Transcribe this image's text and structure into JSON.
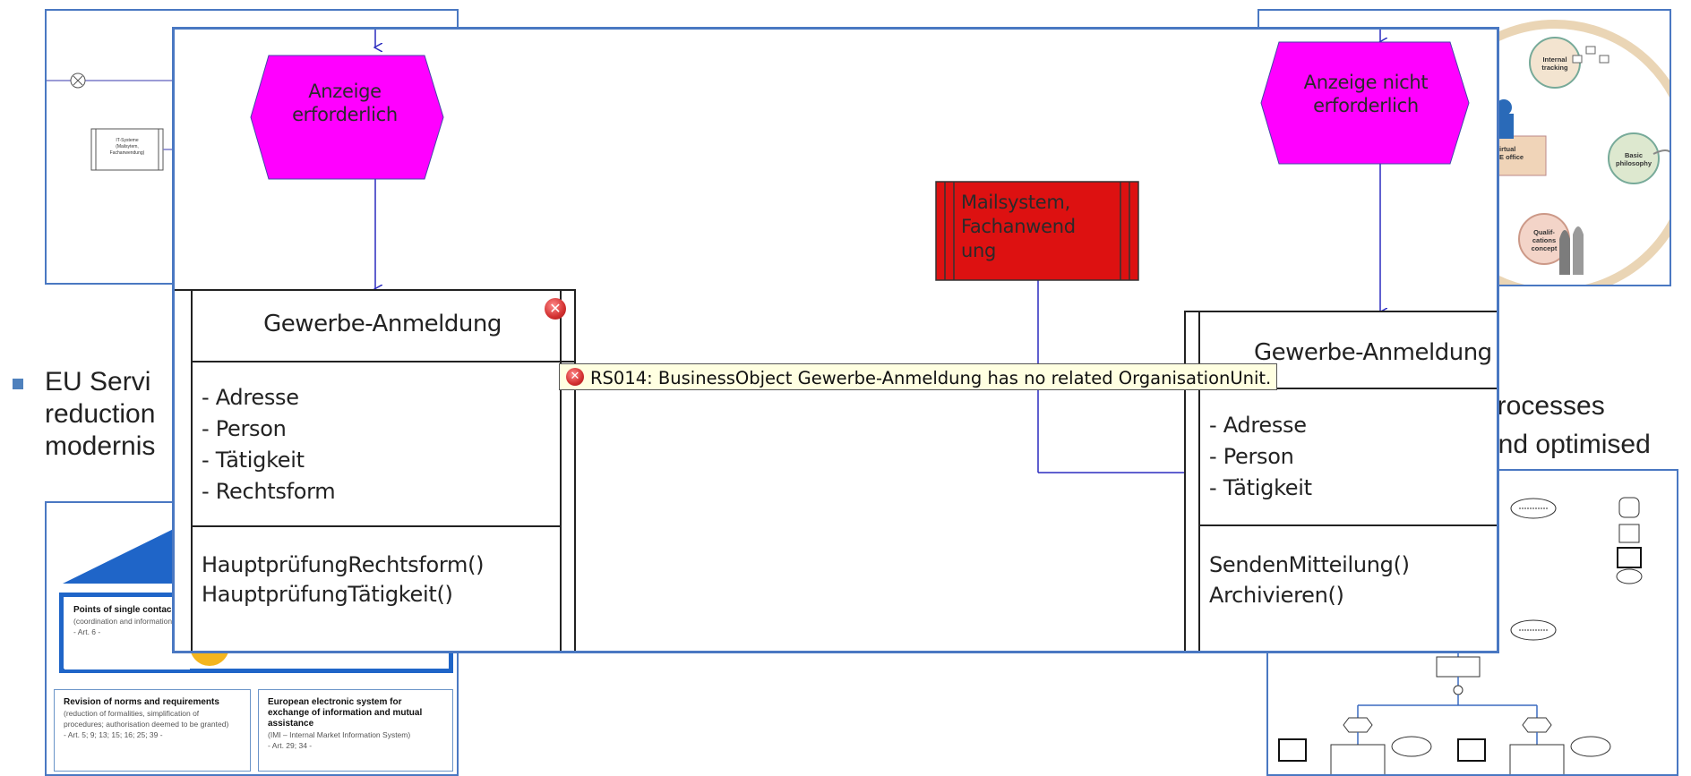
{
  "bullet": {
    "line1": "EU Servi",
    "line2": "reduction",
    "line3": "modernis",
    "right1": "processes",
    "right2": "and optimised"
  },
  "left_top_slide": {
    "it_label": "IT-Systeme\n(Mailsytem,\nFachanwendung)"
  },
  "right_top_slide": {
    "internal_tracking": "Internal\ntracking",
    "virtual_office": "irtual\nE office",
    "basic_philosophy": "Basic\nphilosophy",
    "qualifications": "Qualif-\ncations\nconcept"
  },
  "bottom_left_slide": {
    "box1_title": "Points of single contac",
    "box1_sub": "(coordination and information",
    "box1_art": "- Art. 6 -",
    "box2_title": "Revision of norms and requirements",
    "box2_sub": "(reduction of formalities, simplification of procedures; authorisation deemed to be granted)",
    "box2_art": "- Art. 5; 9; 13; 15; 16; 25; 39 -",
    "box3_title": "European electronic system for exchange of information and mutual assistance",
    "box3_sub": "(IMI – Internal Market Information System)",
    "box3_art": "- Art. 29; 34 -"
  },
  "diagram": {
    "event_left": "Anzeige\nerforderlich",
    "event_right": "Anzeige nicht\nerforderlich",
    "system": "Mailsystem,\nFachanwend\nung",
    "class_left": {
      "name": "Gewerbe-Anmeldung",
      "attributes": [
        "- Adresse",
        "- Person",
        "- Tätigkeit",
        "- Rechtsform"
      ],
      "methods": [
        "HauptprüfungRechtsform()",
        "HauptprüfungTätigkeit()"
      ]
    },
    "class_right": {
      "name": "Gewerbe-Anmeldung",
      "attributes": [
        "- Adresse",
        "- Person",
        "- Tätigkeit"
      ],
      "methods": [
        "SendenMitteilung()",
        "Archivieren()"
      ]
    },
    "error_tooltip": "RS014: BusinessObject Gewerbe-Anmeldung has no related OrganisationUnit.",
    "colors": {
      "event_fill": "#ff00ff",
      "system_fill": "#dd1111",
      "connector": "#2b2bbf",
      "frame_border": "#4a78c2"
    }
  }
}
